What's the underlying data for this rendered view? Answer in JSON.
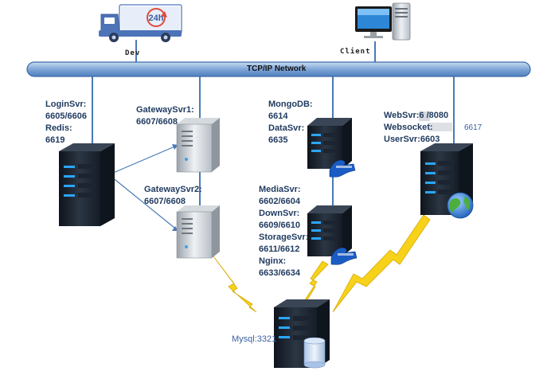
{
  "network": {
    "label": "TCP/IP Network"
  },
  "top_nodes": {
    "dev": {
      "label": "Dev",
      "badge": "24h"
    },
    "client": {
      "label": "Client"
    }
  },
  "login": {
    "lines": [
      "LoginSvr:",
      "6605/6606",
      "Redis:",
      "6619"
    ]
  },
  "gateway1": {
    "lines": [
      "GatewaySvr1:",
      "6607/6608"
    ]
  },
  "gateway2": {
    "lines": [
      "GatewaySvr2:",
      "6607/6608"
    ]
  },
  "mongo": {
    "lines": [
      "MongoDB:",
      "6614",
      "DataSvr:",
      "6635"
    ]
  },
  "media": {
    "lines": [
      "MediaSvr:",
      "6602/6604",
      "DownSvr:",
      "6609/6610",
      "StorageSvr:",
      "6611/6612",
      "Nginx:",
      "6633/6634"
    ]
  },
  "web": {
    "lines": [
      "WebSvr:6 /8080",
      "Websocket:",
      "UserSvr:6603"
    ],
    "extra": "6617"
  },
  "mysql": {
    "label": "Mysql:3321"
  },
  "colors": {
    "bus": "#7fa6d6",
    "bus_border": "#3c6aa8",
    "line": "#4a7ab5",
    "bolt": "#f6d21a",
    "server": "#1e2733"
  }
}
